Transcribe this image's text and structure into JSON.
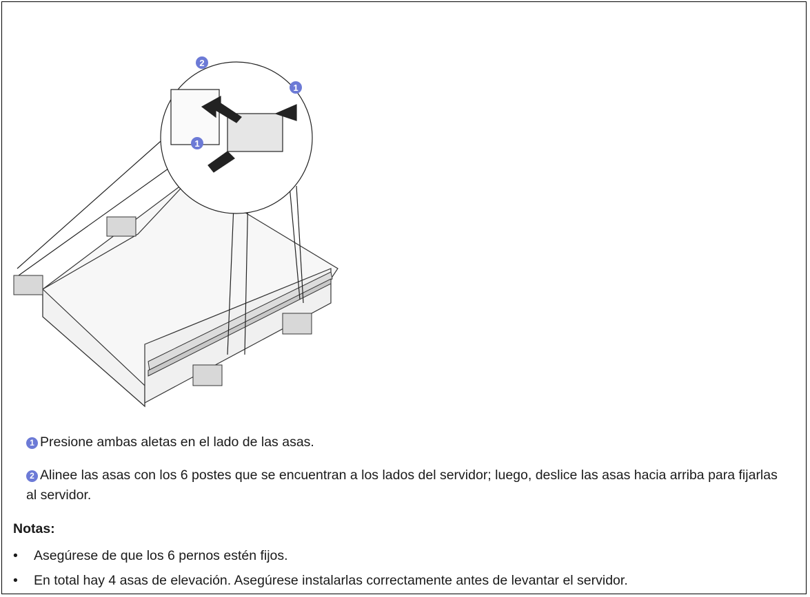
{
  "figure": {
    "callouts": [
      "1",
      "2",
      "1"
    ]
  },
  "steps": [
    {
      "num": "1",
      "text": "Presione ambas aletas en el lado de las asas."
    },
    {
      "num": "2",
      "text": "Alinee las asas con los 6 postes que se encuentran a los lados del servidor; luego, deslice las asas hacia arriba para fijarlas al servidor."
    }
  ],
  "notes": {
    "title": "Notas:",
    "items": [
      "Asegúrese de que los 6 pernos estén fijos.",
      "En total hay 4 asas de elevación. Asegúrese instalarlas correctamente antes de levantar el servidor."
    ]
  },
  "colors": {
    "callout": "#6c7ad6",
    "border": "#000000"
  }
}
